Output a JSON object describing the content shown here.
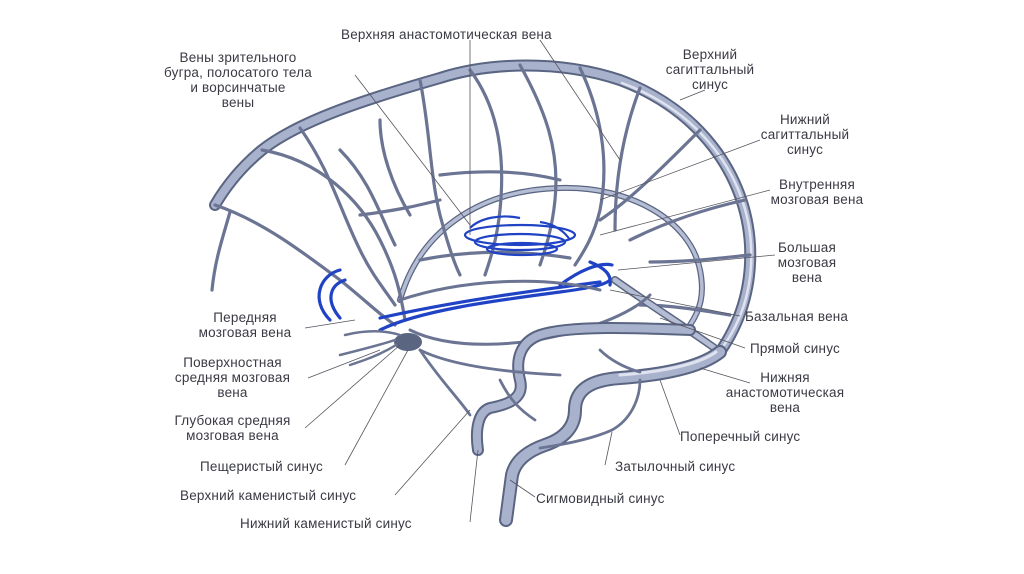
{
  "colors": {
    "vein": "#8e9ab8",
    "vein_light": "#d7dced",
    "vein_dark": "#5a6582",
    "deep_vein": "#1f43c4",
    "label": "#3a3a44"
  },
  "labels": {
    "superior_anastomotic_vein": "Верхняя анастомотическая вена",
    "thalamostriate_veins": [
      "Вены зрительного",
      "бугра, полосатого тела",
      "и ворсинчатые",
      "вены"
    ],
    "superior_sagittal_sinus": [
      "Верхний",
      "сагиттальный",
      "синус"
    ],
    "inferior_sagittal_sinus": [
      "Нижний",
      "сагиттальный",
      "синус"
    ],
    "internal_cerebral_vein": [
      "Внутренняя",
      "мозговая вена"
    ],
    "great_cerebral_vein": [
      "Большая",
      "мозговая",
      "вена"
    ],
    "anterior_cerebral_vein": [
      "Передняя",
      "мозговая вена"
    ],
    "basal_vein": "Базальная вена",
    "superficial_middle_cerebral_vein": [
      "Поверхностная",
      "средняя мозговая",
      "вена"
    ],
    "straight_sinus": "Прямой синус",
    "inferior_anastomotic_vein": [
      "Нижняя",
      "анастомотическая",
      "вена"
    ],
    "deep_middle_cerebral_vein": [
      "Глубокая средняя",
      "мозговая вена"
    ],
    "transverse_sinus": "Поперечный синус",
    "cavernous_sinus": "Пещеристый синус",
    "occipital_sinus": "Затылочный синус",
    "superior_petrosal_sinus": "Верхний каменистый синус",
    "sigmoid_sinus": "Сигмовидный синус",
    "inferior_petrosal_sinus": "Нижний каменистый синус"
  }
}
